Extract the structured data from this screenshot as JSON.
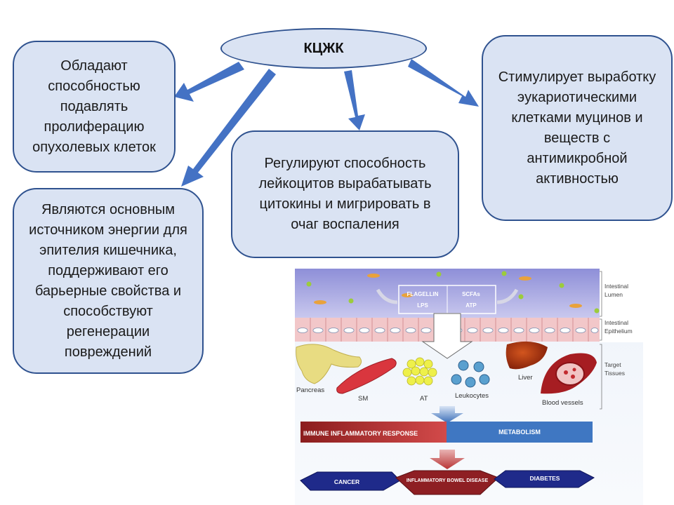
{
  "center": "КЦЖК",
  "boxes": {
    "top_left": "Обладают способностью подавлять пролиферацию опухолевых клеток",
    "bottom_left": "Являются основным источником энергии для эпителия кишечника, поддерживают его барьерные свойства и способствуют регенерации повреждений",
    "middle": "Регулируют способность лейкоцитов вырабатывать цитокины и мигрировать в очаг воспаления",
    "right": "Стимулирует выработку эукариотическими клетками муцинов и веществ с антимикробной активностью"
  },
  "colors": {
    "box_fill": "#dae3f3",
    "box_border": "#2f528f",
    "arrow": "#4472c4"
  },
  "figure": {
    "lumen_molecules": [
      "FLAGELLIN",
      "LPS",
      "SCFAs",
      "ATP"
    ],
    "layers": [
      "Intestinal Lumen",
      "Intestinal Epithelium",
      "Target Tissues"
    ],
    "tissues": [
      "Pancreas",
      "SM",
      "AT",
      "Leukocytes",
      "Liver",
      "Blood vessels"
    ],
    "responses": [
      "IMMUNE INFLAMMATORY RESPONSE",
      "METABOLISM"
    ],
    "diseases": [
      "CANCER",
      "INFLAMMATORY BOWEL DISEASE",
      "DIABETES"
    ]
  }
}
